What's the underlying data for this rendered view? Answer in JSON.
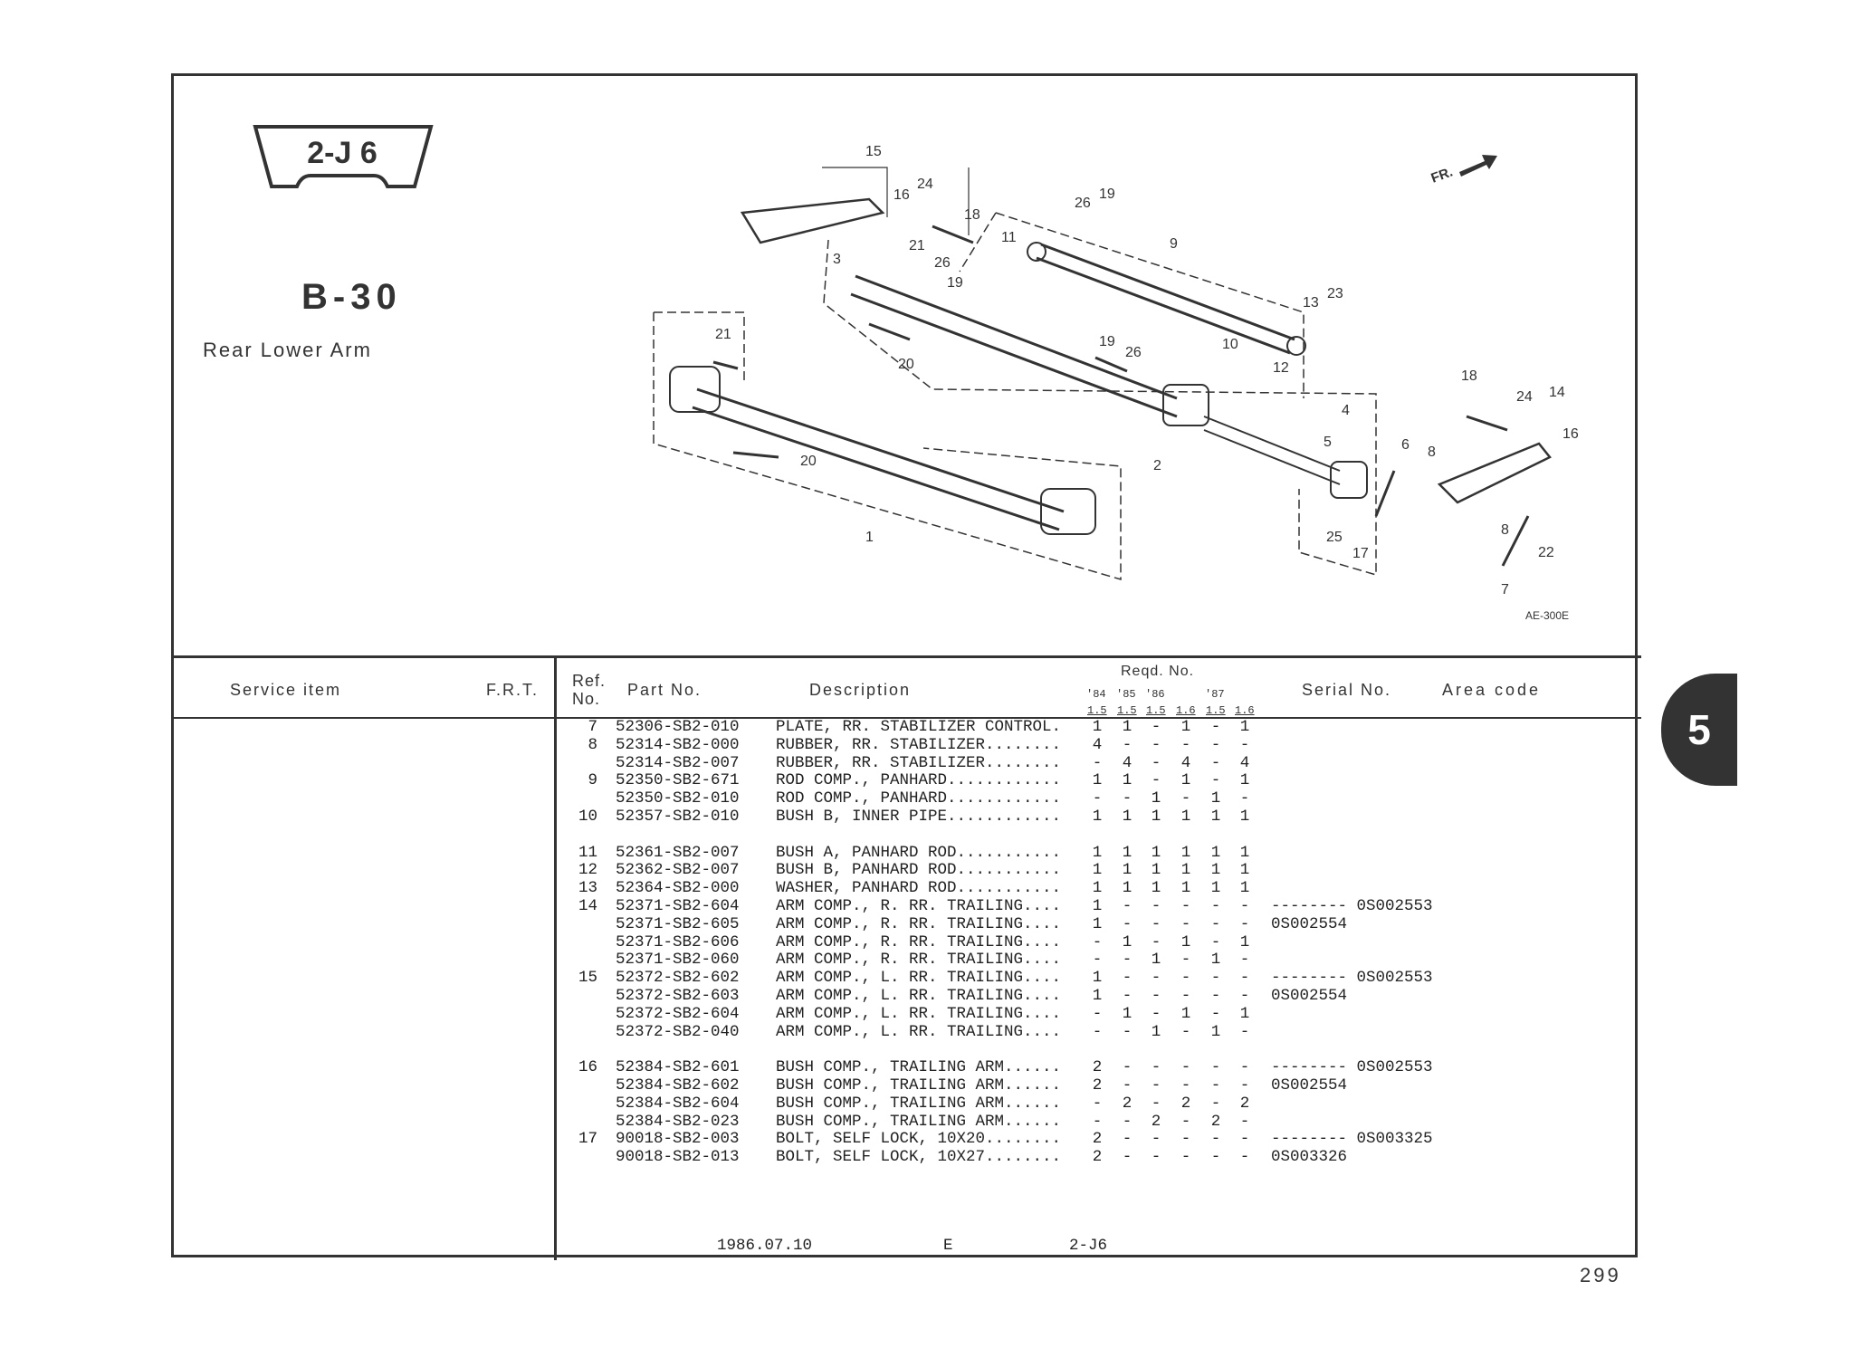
{
  "section_code": "2-J 6",
  "group_code": "B-30",
  "title": "Rear Lower Arm",
  "section_tab": "5",
  "page_number": "299",
  "diagram": {
    "front_label": "FR.",
    "figure_code": "AE-300E",
    "callouts": [
      "15",
      "16",
      "24",
      "18",
      "21",
      "26",
      "3",
      "19",
      "11",
      "26",
      "19",
      "9",
      "13",
      "23",
      "10",
      "12",
      "19",
      "26",
      "20",
      "21",
      "20",
      "1",
      "2",
      "4",
      "5",
      "6",
      "8",
      "18",
      "24",
      "14",
      "16",
      "25",
      "17",
      "8",
      "22",
      "7"
    ]
  },
  "table_header": {
    "service_item": "Service item",
    "frt": "F.R.T.",
    "ref_no_1": "Ref.",
    "ref_no_2": "No.",
    "part_no": "Part No.",
    "description": "Description",
    "reqd_no": "Reqd. No.",
    "years": [
      "'84",
      "'85",
      "'86",
      "",
      "'87",
      ""
    ],
    "engines": [
      "1.5",
      "1.5",
      "1.5",
      "1.6",
      "1.5",
      "1.6"
    ],
    "serial_no": "Serial No.",
    "area_code": "Area code"
  },
  "rows": [
    {
      "ref": "7",
      "part": "52306-SB2-010",
      "desc": "PLATE, RR. STABILIZER CONTROL.",
      "qty": [
        "1",
        "1",
        "-",
        "1",
        "-",
        "1"
      ],
      "serial": ""
    },
    {
      "ref": "8",
      "part": "52314-SB2-000",
      "desc": "RUBBER, RR. STABILIZER........",
      "qty": [
        "4",
        "-",
        "-",
        "-",
        "-",
        "-"
      ],
      "serial": ""
    },
    {
      "ref": "",
      "part": "52314-SB2-007",
      "desc": "RUBBER, RR. STABILIZER........",
      "qty": [
        "-",
        "4",
        "-",
        "4",
        "-",
        "4"
      ],
      "serial": ""
    },
    {
      "ref": "9",
      "part": "52350-SB2-671",
      "desc": "ROD COMP., PANHARD............",
      "qty": [
        "1",
        "1",
        "-",
        "1",
        "-",
        "1"
      ],
      "serial": ""
    },
    {
      "ref": "",
      "part": "52350-SB2-010",
      "desc": "ROD COMP., PANHARD............",
      "qty": [
        "-",
        "-",
        "1",
        "-",
        "1",
        "-"
      ],
      "serial": ""
    },
    {
      "ref": "10",
      "part": "52357-SB2-010",
      "desc": "BUSH B, INNER PIPE............",
      "qty": [
        "1",
        "1",
        "1",
        "1",
        "1",
        "1"
      ],
      "serial": ""
    },
    null,
    {
      "ref": "11",
      "part": "52361-SB2-007",
      "desc": "BUSH A, PANHARD ROD...........",
      "qty": [
        "1",
        "1",
        "1",
        "1",
        "1",
        "1"
      ],
      "serial": ""
    },
    {
      "ref": "12",
      "part": "52362-SB2-007",
      "desc": "BUSH B, PANHARD ROD...........",
      "qty": [
        "1",
        "1",
        "1",
        "1",
        "1",
        "1"
      ],
      "serial": ""
    },
    {
      "ref": "13",
      "part": "52364-SB2-000",
      "desc": "WASHER, PANHARD ROD...........",
      "qty": [
        "1",
        "1",
        "1",
        "1",
        "1",
        "1"
      ],
      "serial": ""
    },
    {
      "ref": "14",
      "part": "52371-SB2-604",
      "desc": "ARM COMP., R. RR. TRAILING....",
      "qty": [
        "1",
        "-",
        "-",
        "-",
        "-",
        "-"
      ],
      "serial": "-------- 0S002553"
    },
    {
      "ref": "",
      "part": "52371-SB2-605",
      "desc": "ARM COMP., R. RR. TRAILING....",
      "qty": [
        "1",
        "-",
        "-",
        "-",
        "-",
        "-"
      ],
      "serial": "0S002554"
    },
    {
      "ref": "",
      "part": "52371-SB2-606",
      "desc": "ARM COMP., R. RR. TRAILING....",
      "qty": [
        "-",
        "1",
        "-",
        "1",
        "-",
        "1"
      ],
      "serial": ""
    },
    {
      "ref": "",
      "part": "52371-SB2-060",
      "desc": "ARM COMP., R. RR. TRAILING....",
      "qty": [
        "-",
        "-",
        "1",
        "-",
        "1",
        "-"
      ],
      "serial": ""
    },
    {
      "ref": "15",
      "part": "52372-SB2-602",
      "desc": "ARM COMP., L. RR. TRAILING....",
      "qty": [
        "1",
        "-",
        "-",
        "-",
        "-",
        "-"
      ],
      "serial": "-------- 0S002553"
    },
    {
      "ref": "",
      "part": "52372-SB2-603",
      "desc": "ARM COMP., L. RR. TRAILING....",
      "qty": [
        "1",
        "-",
        "-",
        "-",
        "-",
        "-"
      ],
      "serial": "0S002554"
    },
    {
      "ref": "",
      "part": "52372-SB2-604",
      "desc": "ARM COMP., L. RR. TRAILING....",
      "qty": [
        "-",
        "1",
        "-",
        "1",
        "-",
        "1"
      ],
      "serial": ""
    },
    {
      "ref": "",
      "part": "52372-SB2-040",
      "desc": "ARM COMP., L. RR. TRAILING....",
      "qty": [
        "-",
        "-",
        "1",
        "-",
        "1",
        "-"
      ],
      "serial": ""
    },
    null,
    {
      "ref": "16",
      "part": "52384-SB2-601",
      "desc": "BUSH COMP., TRAILING ARM......",
      "qty": [
        "2",
        "-",
        "-",
        "-",
        "-",
        "-"
      ],
      "serial": "-------- 0S002553"
    },
    {
      "ref": "",
      "part": "52384-SB2-602",
      "desc": "BUSH COMP., TRAILING ARM......",
      "qty": [
        "2",
        "-",
        "-",
        "-",
        "-",
        "-"
      ],
      "serial": "0S002554"
    },
    {
      "ref": "",
      "part": "52384-SB2-604",
      "desc": "BUSH COMP., TRAILING ARM......",
      "qty": [
        "-",
        "2",
        "-",
        "2",
        "-",
        "2"
      ],
      "serial": ""
    },
    {
      "ref": "",
      "part": "52384-SB2-023",
      "desc": "BUSH COMP., TRAILING ARM......",
      "qty": [
        "-",
        "-",
        "2",
        "-",
        "2",
        "-"
      ],
      "serial": ""
    },
    {
      "ref": "17",
      "part": "90018-SB2-003",
      "desc": "BOLT, SELF LOCK, 10X20........",
      "qty": [
        "2",
        "-",
        "-",
        "-",
        "-",
        "-"
      ],
      "serial": "-------- 0S003325"
    },
    {
      "ref": "",
      "part": "90018-SB2-013",
      "desc": "BOLT, SELF LOCK, 10X27........",
      "qty": [
        "2",
        "-",
        "-",
        "-",
        "-",
        "-"
      ],
      "serial": "0S003326"
    }
  ],
  "footer": {
    "date": "1986.07.10",
    "edition": "E",
    "code": "2-J6"
  }
}
